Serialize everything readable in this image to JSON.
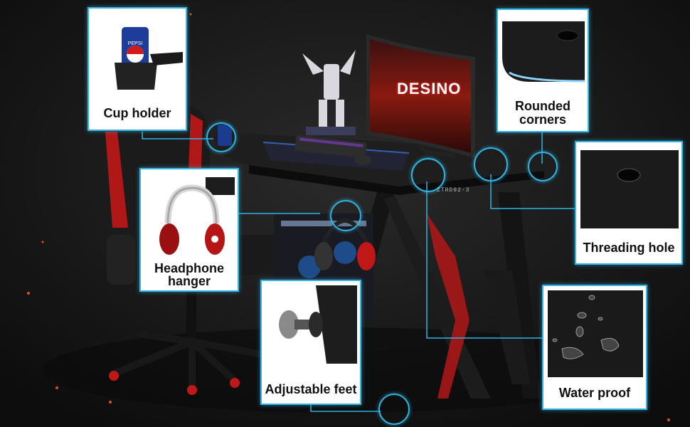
{
  "product": {
    "brand_text": "DESINO",
    "model_text": "ZTRD92-3",
    "can_text": "PEPSI"
  },
  "callouts": {
    "cup_holder": "Cup holder",
    "rounded_corners_line1": "Rounded",
    "rounded_corners_line2": "corners",
    "threading_hole": "Threading hole",
    "headphone_hanger_line1": "Headphone",
    "headphone_hanger_line2": "hanger",
    "adjustable_feet": "Adjustable feet",
    "water_proof": "Water proof"
  },
  "colors": {
    "accent": "#2fb4e3",
    "background": "#141414",
    "desk_red": "#c8102e"
  }
}
